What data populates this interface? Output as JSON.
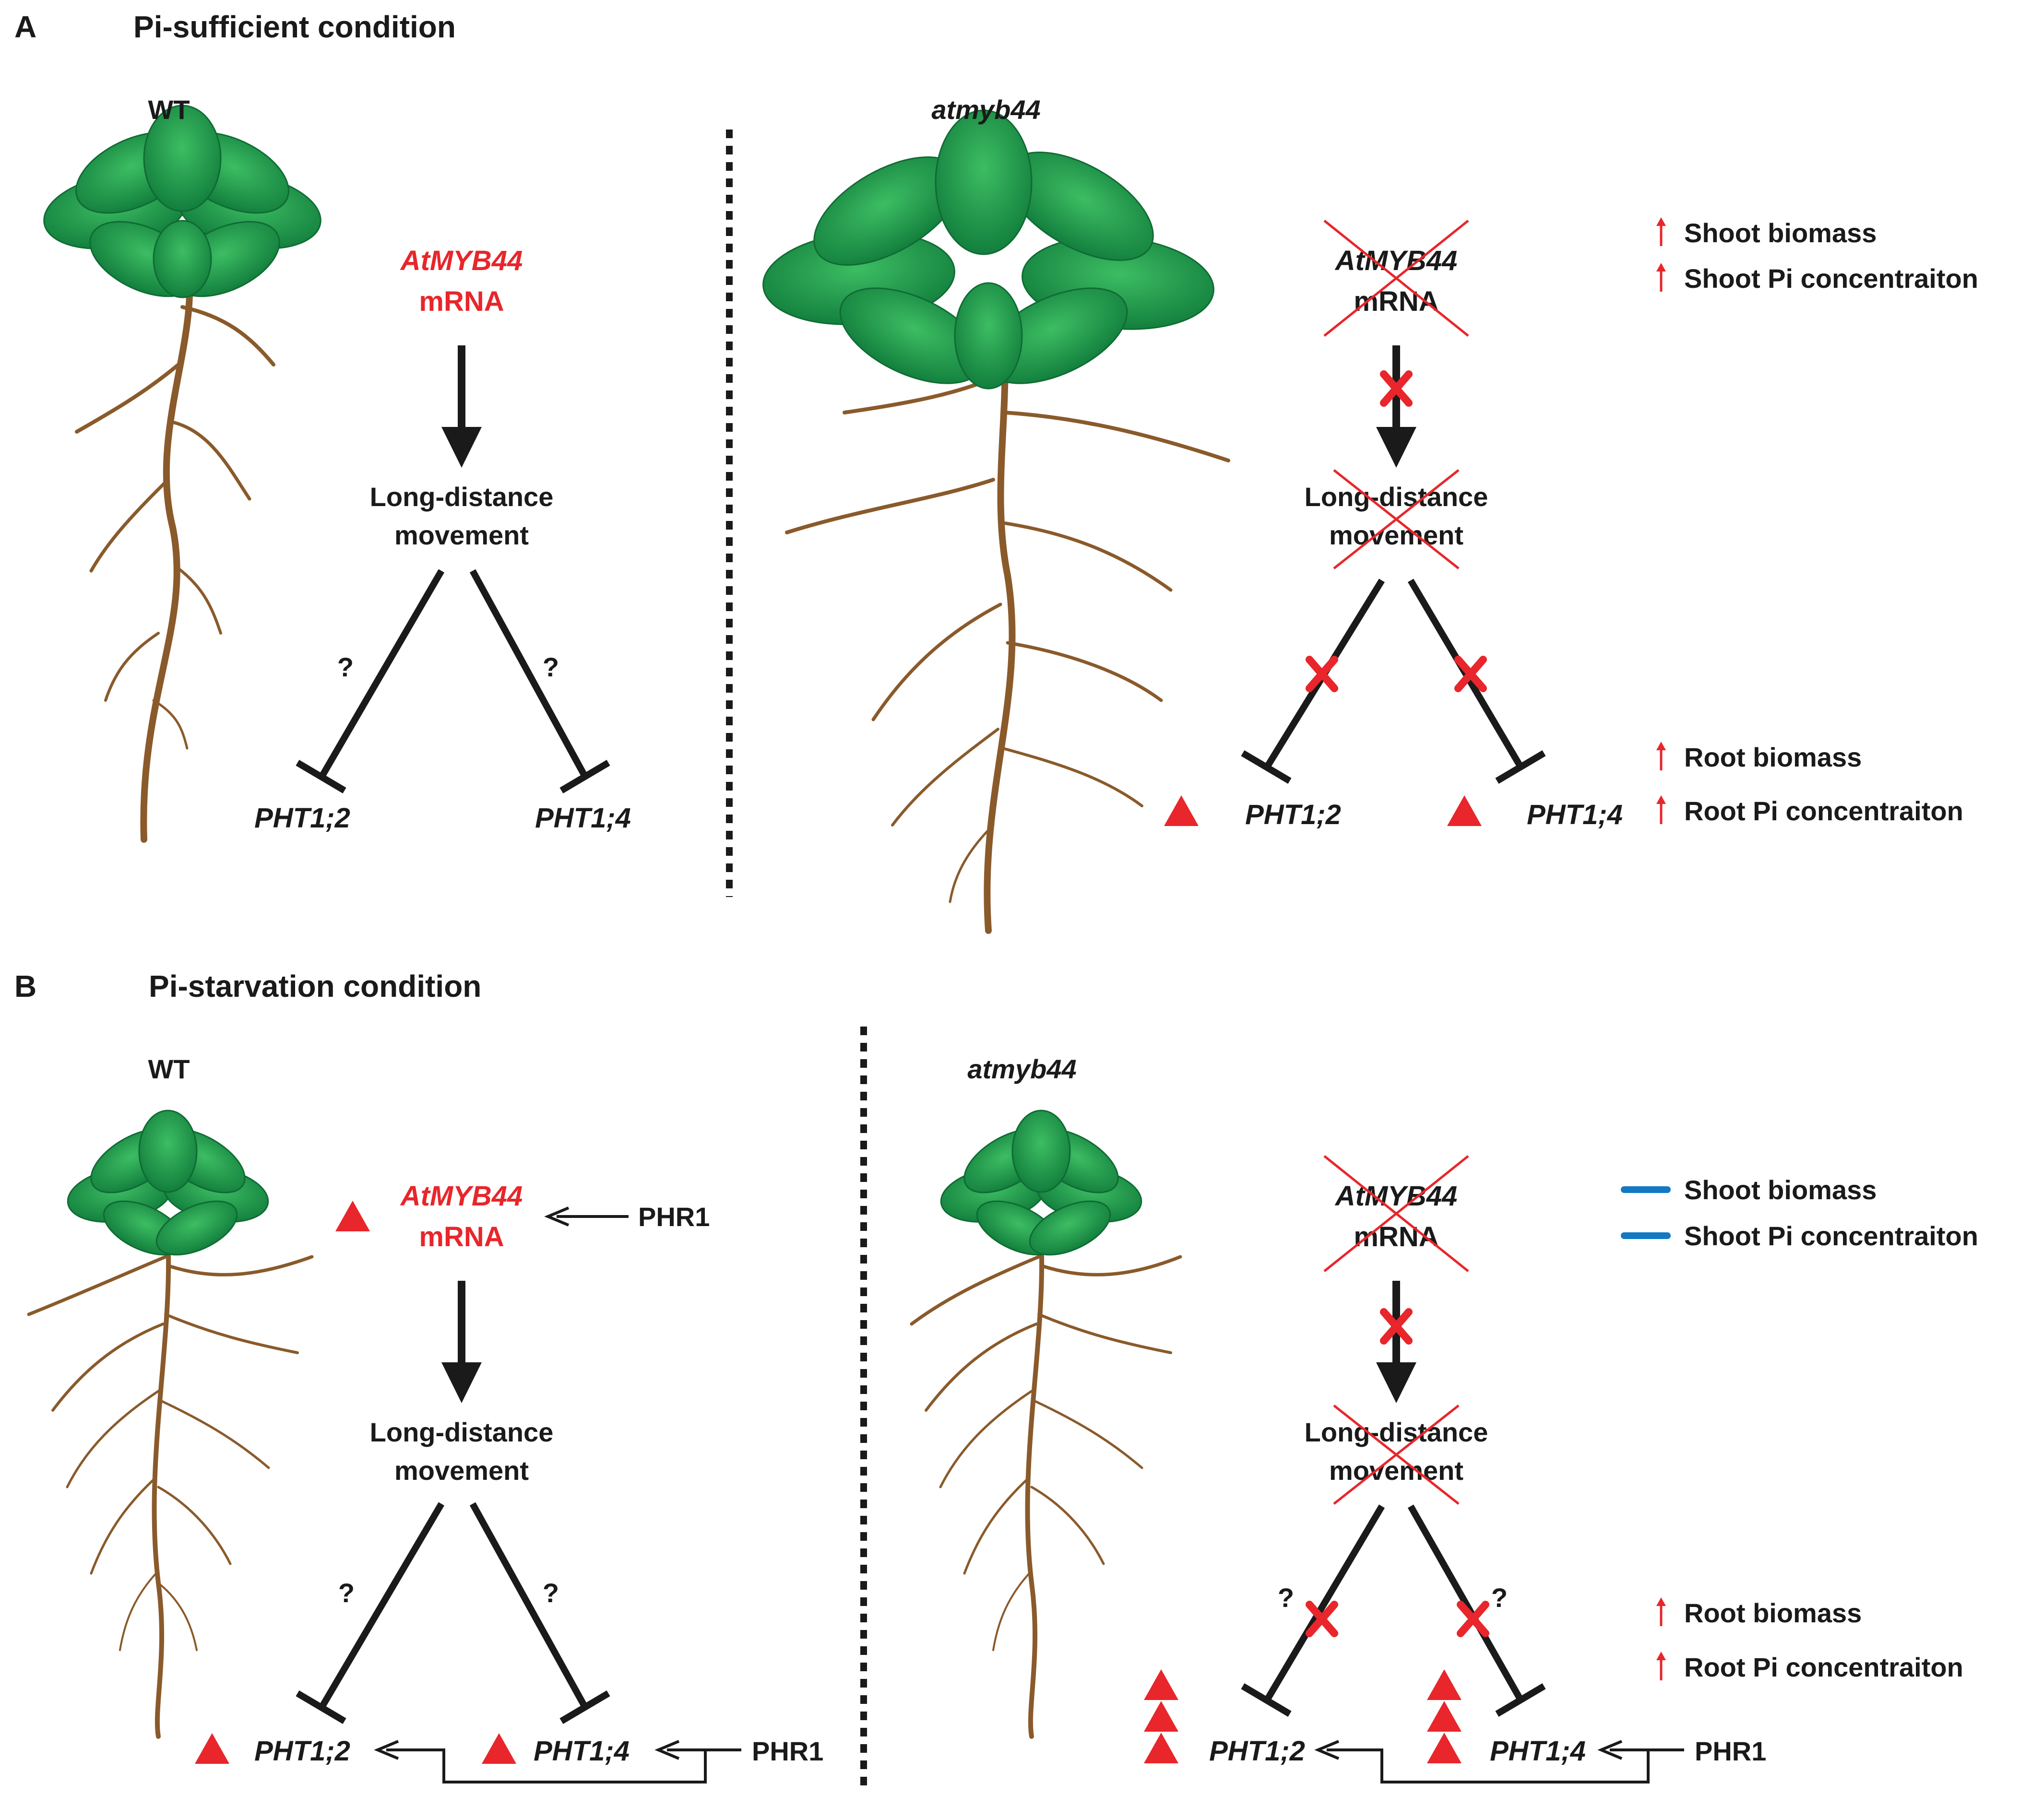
{
  "colors": {
    "red": "#e8262b",
    "blue": "#1479c4",
    "leaf": "#1f9a4a",
    "leaf_dark": "#0f6b33",
    "root": "#8a5a2b",
    "ink": "#1a1a1a"
  },
  "panelA": {
    "letter": "A",
    "title": "Pi-sufficient condition",
    "wt": {
      "label": "WT",
      "gene": "AtMYB44",
      "mrna": "mRNA",
      "movement1": "Long-distance",
      "movement2": "movement",
      "q": "?",
      "pht12": "PHT1;2",
      "pht14": "PHT1;4"
    },
    "mutant": {
      "label": "atmyb44",
      "gene": "AtMYB44",
      "mrna": "mRNA",
      "movement1": "Long-distance",
      "movement2": "movement",
      "pht12": "PHT1;2",
      "pht14": "PHT1;4"
    },
    "legend": {
      "shoot_biomass": "Shoot biomass",
      "shoot_pi": "Shoot Pi concentraiton",
      "root_biomass": "Root biomass",
      "root_pi": "Root Pi concentraiton"
    }
  },
  "panelB": {
    "letter": "B",
    "title": "Pi-starvation condition",
    "wt": {
      "label": "WT",
      "gene": "AtMYB44",
      "mrna": "mRNA",
      "phr1_top": "PHR1",
      "movement1": "Long-distance",
      "movement2": "movement",
      "q": "?",
      "pht12": "PHT1;2",
      "pht14": "PHT1;4",
      "phr1_bottom": "PHR1"
    },
    "mutant": {
      "label": "atmyb44",
      "gene": "AtMYB44",
      "mrna": "mRNA",
      "movement1": "Long-distance",
      "movement2": "movement",
      "q": "?",
      "pht12": "PHT1;2",
      "pht14": "PHT1;4",
      "phr1_bottom": "PHR1"
    },
    "legend": {
      "shoot_biomass": "Shoot biomass",
      "shoot_pi": "Shoot Pi concentraiton",
      "root_biomass": "Root biomass",
      "root_pi": "Root Pi concentraiton"
    }
  }
}
